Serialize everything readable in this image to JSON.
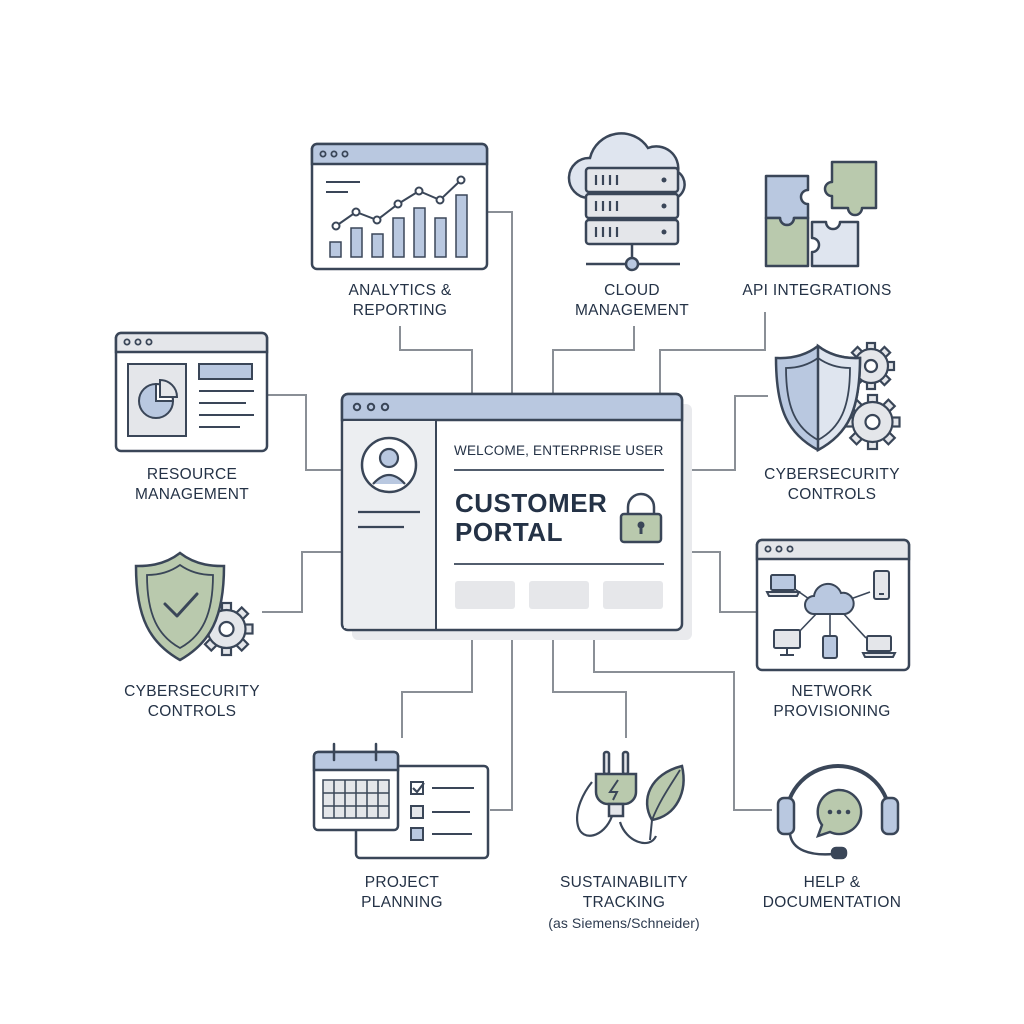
{
  "portal": {
    "greeting": "WELCOME, ENTERPRISE USER",
    "title_line1": "CUSTOMER",
    "title_line2": "PORTAL"
  },
  "modules": {
    "analytics": {
      "line1": "ANALYTICS &",
      "line2": "REPORTING"
    },
    "cloud": {
      "line1": "CLOUD",
      "line2": "MANAGEMENT"
    },
    "api": {
      "line1": "API INTEGRATIONS"
    },
    "resource": {
      "line1": "RESOURCE",
      "line2": "MANAGEMENT"
    },
    "security_right": {
      "line1": "CYBERSECURITY",
      "line2": "CONTROLS"
    },
    "security_left": {
      "line1": "CYBERSECURITY",
      "line2": "CONTROLS"
    },
    "network": {
      "line1": "NETWORK",
      "line2": "PROVISIONING"
    },
    "project": {
      "line1": "PROJECT",
      "line2": "PLANNING"
    },
    "sustainability": {
      "line1": "SUSTAINABILITY",
      "line2": "TRACKING",
      "note": "(as Siemens/Schneider)"
    },
    "help": {
      "line1": "HELP &",
      "line2": "DOCUMENTATION"
    }
  },
  "colors": {
    "stroke": "#3a4658",
    "blue": "#b9c8e0",
    "green": "#b9c9ad",
    "gray": "#e4e6ea",
    "connector": "#8a8f96"
  }
}
